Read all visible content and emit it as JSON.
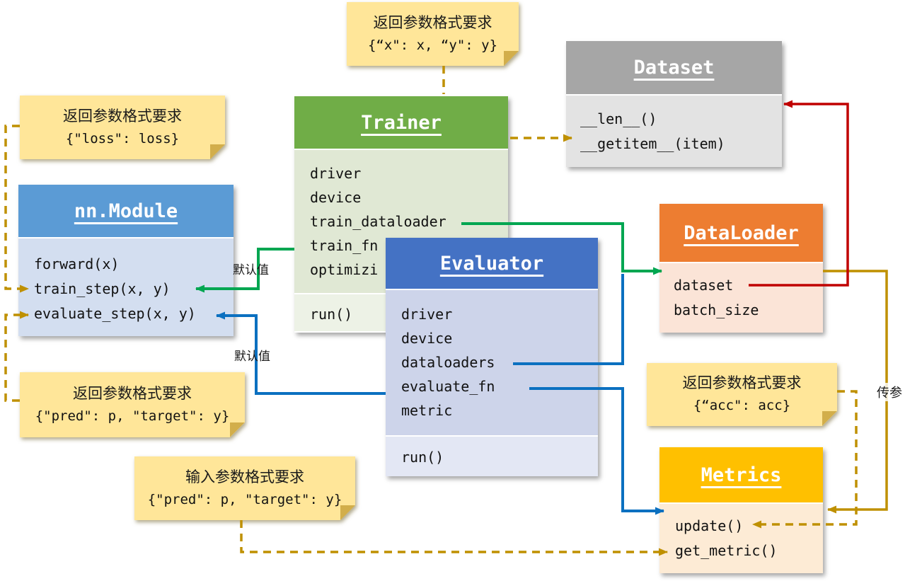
{
  "classes": {
    "trainer": {
      "title": "Trainer",
      "attributes": [
        "driver",
        "device",
        "train_dataloader",
        "train_fn",
        "optimizi"
      ],
      "methods": [
        "run()"
      ]
    },
    "evaluator": {
      "title": "Evaluator",
      "attributes": [
        "driver",
        "device",
        "dataloaders",
        "evaluate_fn",
        "metric"
      ],
      "methods": [
        "run()"
      ]
    },
    "nn_module": {
      "title": "nn.Module",
      "methods": [
        "forward(x)",
        "train_step(x, y)",
        "evaluate_step(x, y)"
      ]
    },
    "dataset": {
      "title": "Dataset",
      "methods": [
        "__len__()",
        "__getitem__(item)"
      ]
    },
    "dataloader": {
      "title": "DataLoader",
      "attributes": [
        "dataset",
        "batch_size"
      ]
    },
    "metrics": {
      "title": "Metrics",
      "methods": [
        "update()",
        "get_metric()"
      ]
    }
  },
  "notes": {
    "xy_format": {
      "title": "返回参数格式要求",
      "code": "{“x\": x, “y\": y}"
    },
    "loss_format": {
      "title": "返回参数格式要求",
      "code": "{\"loss\": loss}"
    },
    "pred_target_return": {
      "title": "返回参数格式要求",
      "code": "{\"pred\": p, \"target\": y}"
    },
    "pred_target_input": {
      "title": "输入参数格式要求",
      "code": "{\"pred\": p, \"target\": y}"
    },
    "acc_format": {
      "title": "返回参数格式要求",
      "code": "{“acc\": acc}"
    }
  },
  "edge_labels": {
    "default_value_train": "默认值",
    "default_value_eval": "默认值",
    "pass_param": "传参"
  },
  "colors": {
    "trainer_header": "#70AD47",
    "evaluator_header": "#4472C4",
    "nn_module_header": "#5B9BD5",
    "dataset_header": "#A6A6A6",
    "dataloader_header": "#ED7D31",
    "metrics_header": "#FFC000",
    "note_fill": "#FFE699",
    "arrow_gold": "#BF9000",
    "arrow_green": "#00A651",
    "arrow_blue": "#0B70C0",
    "arrow_red": "#C00000"
  }
}
